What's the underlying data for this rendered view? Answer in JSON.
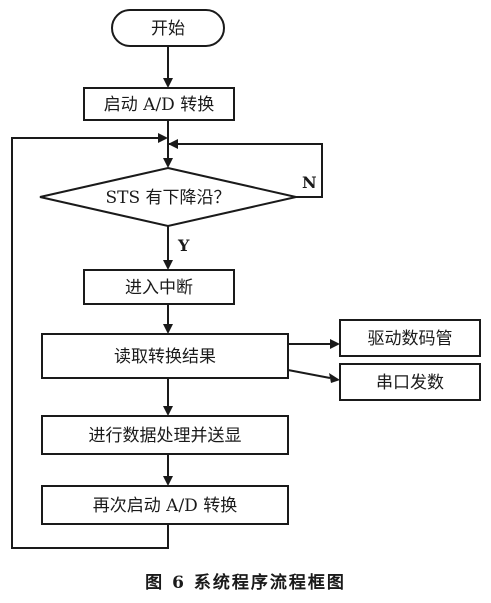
{
  "diagram": {
    "start": "开始",
    "start_ad": "启动 A/D 转换",
    "decision": "STS 有下降沿？",
    "no_label": "N",
    "yes_label": "Y",
    "interrupt": "进入中断",
    "read_result": "读取转换结果",
    "drive_display": "驱动数码管",
    "serial_send": "串口发数",
    "process_data": "进行数据处理并送显",
    "restart_ad": "再次启动 A/D 转换"
  },
  "caption": "图 6 系统程序流程框图"
}
